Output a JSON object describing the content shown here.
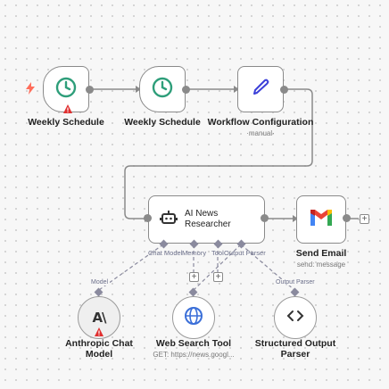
{
  "nodes": {
    "schedule1": {
      "label": "Weekly Schedule"
    },
    "schedule2": {
      "label": "Weekly Schedule"
    },
    "config": {
      "label": "Workflow Configuration",
      "subtitle": "manual"
    },
    "agent": {
      "title": "AI News Researcher",
      "ports": [
        "Chat Model",
        "Memory",
        "Tool",
        "Output Parser"
      ]
    },
    "email": {
      "label": "Send Email",
      "subtitle": "send: message"
    },
    "anthropic": {
      "label_line1": "Anthropic Chat",
      "label_line2": "Model",
      "edge_label": "Model"
    },
    "websearch": {
      "label": "Web Search Tool",
      "subtitle": "GET: https://news.googl..."
    },
    "parser": {
      "label_line1": "Structured Output",
      "label_line2": "Parser",
      "edge_label": "Output Parser"
    }
  },
  "colors": {
    "accent_clock": "#2e9e7a",
    "accent_pencil": "#3b3fd8",
    "gmail_red": "#ea4335",
    "globe": "#3b6fd8",
    "warning": "#e03030",
    "bolt": "#ff6d5a"
  },
  "icons": [
    "bolt-icon",
    "clock-icon",
    "pencil-icon",
    "robot-icon",
    "gmail-icon",
    "anthropic-icon",
    "globe-icon",
    "code-icon",
    "warning-icon",
    "plus-icon"
  ]
}
